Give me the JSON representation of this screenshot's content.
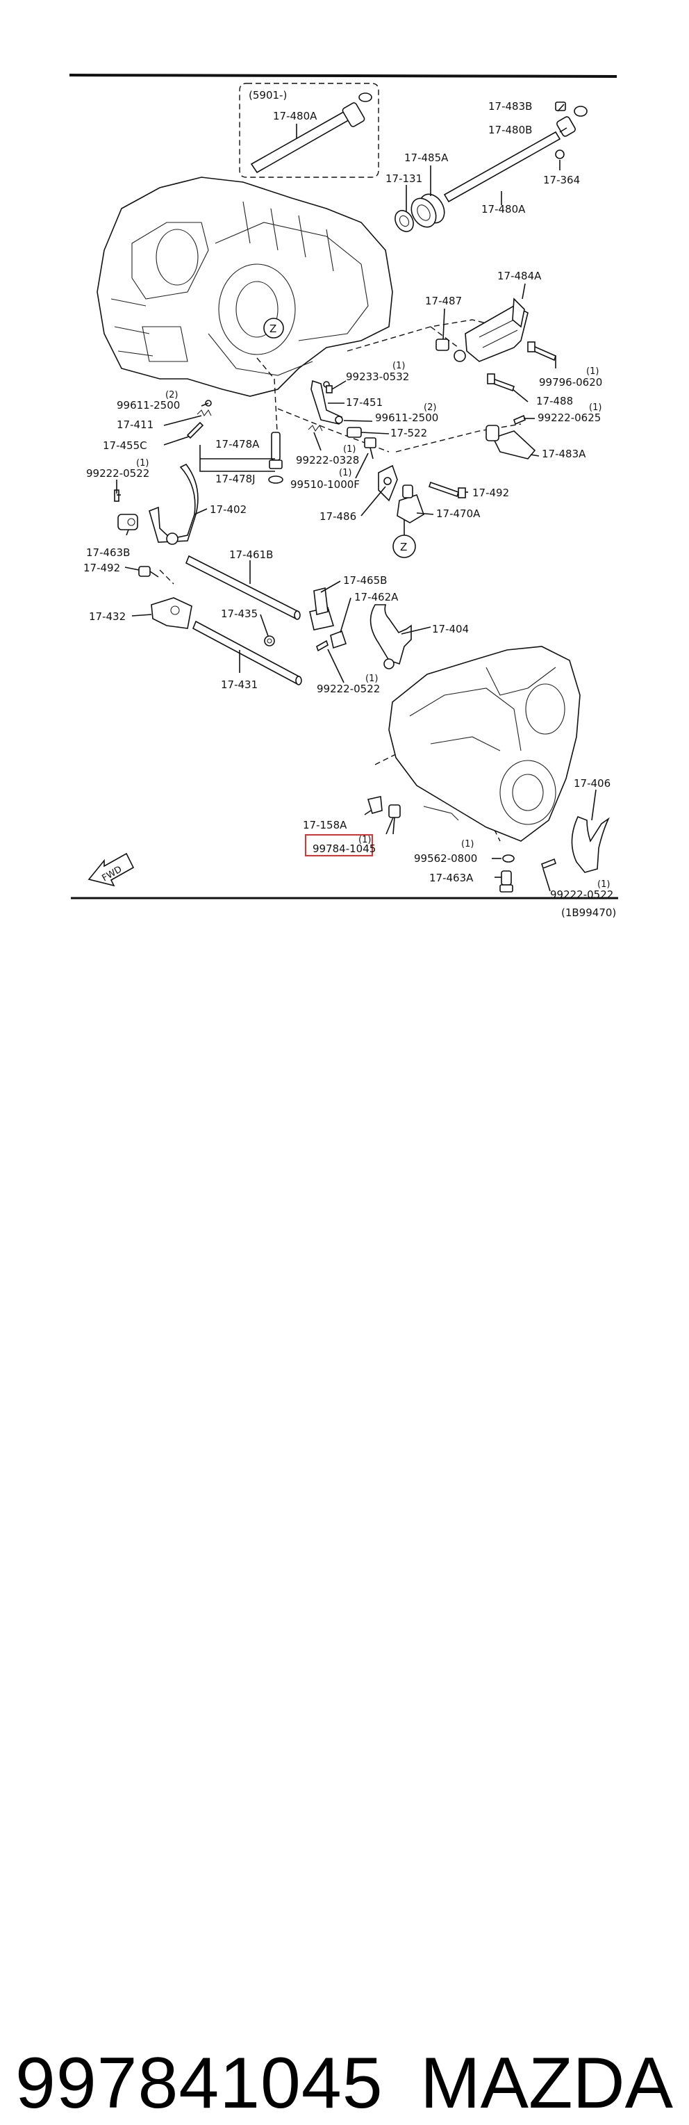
{
  "diagram": {
    "variant": "(5901-)",
    "ref_code": "(1B99470)",
    "fwd_label": "FWD",
    "z_marker": "Z",
    "highlight_color": "#e03030",
    "labels": {
      "p17_480A_top": "17-480A",
      "p17_483B": "17-483B",
      "p17_480B": "17-480B",
      "p17_485A": "17-485A",
      "p17_131": "17-131",
      "p17_364": "17-364",
      "p17_480A": "17-480A",
      "p17_484A": "17-484A",
      "p17_487": "17-487",
      "p99796_0620": "99796-0620",
      "p17_488": "17-488",
      "p99233_0532": "99233-0532",
      "p17_451": "17-451",
      "p99611_2500_right": "99611-2500",
      "p99222_0625": "99222-0625",
      "p99611_2500_left": "99611-2500",
      "p17_411": "17-411",
      "p17_522": "17-522",
      "p17_483A": "17-483A",
      "p17_455C": "17-455C",
      "p17_478A": "17-478A",
      "p99222_0328": "99222-0328",
      "p99510_1000F": "99510-1000F",
      "p99222_0522_left": "99222-0522",
      "p17_478J": "17-478J",
      "p17_492_right": "17-492",
      "p17_402": "17-402",
      "p17_486": "17-486",
      "p17_470A": "17-470A",
      "p17_463B": "17-463B",
      "p17_461B": "17-461B",
      "p17_492_left": "17-492",
      "p17_465B": "17-465B",
      "p17_462A": "17-462A",
      "p17_432": "17-432",
      "p17_435": "17-435",
      "p17_404": "17-404",
      "p17_431": "17-431",
      "p99222_0522_mid": "99222-0522",
      "p17_406": "17-406",
      "p17_158A": "17-158A",
      "p99784_1045": "99784-1045",
      "p99562_0800": "99562-0800",
      "p17_463A": "17-463A",
      "p99222_0522_right": "99222-0522"
    },
    "quantities": {
      "q99233_0532": "(1)",
      "q99611_2500_left": "(2)",
      "q99611_2500_right": "(2)",
      "q99796_0620": "(1)",
      "q99222_0625": "(1)",
      "q99222_0328": "(1)",
      "q99510_1000F": "(1)",
      "q99222_0522_left": "(1)",
      "q99222_0522_mid": "(1)",
      "q99784_1045": "(1)",
      "q99562_0800": "(1)",
      "q99222_0522_right": "(1)"
    }
  },
  "footer": {
    "part_number": "997841045",
    "brand": "MAZDA"
  }
}
